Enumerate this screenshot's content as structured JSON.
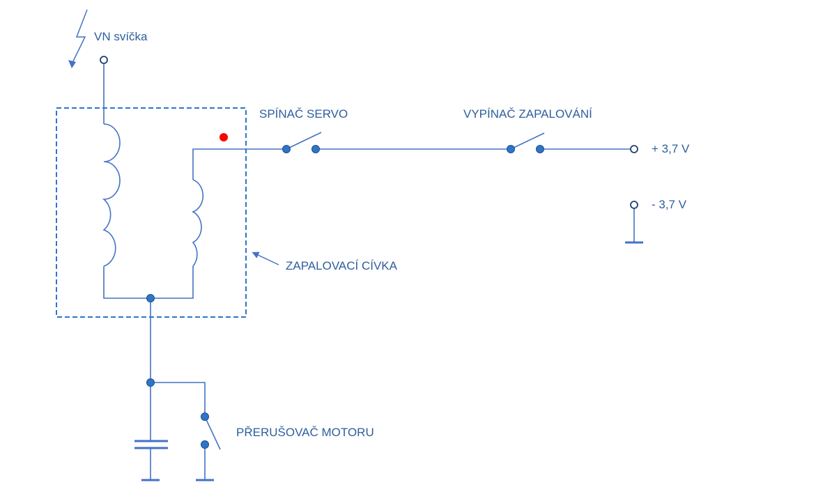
{
  "labels": {
    "spark_plug": "VN svíčka",
    "servo_switch": "SPÍNAČ SERVO",
    "ignition_switch": "VYPÍNAČ ZAPALOVÁNÍ",
    "plus_terminal": "+ 3,7 V",
    "minus_terminal": "- 3,7 V",
    "ignition_coil": "ZAPALOVACÍ CÍVKA",
    "breaker": "PŘERUŠOVAČ MOTORU"
  },
  "colors": {
    "wire": "#4472c4",
    "node_fill": "#2e75c8",
    "node_stroke": "#1f4e8c",
    "terminal_stroke": "#1f3f73",
    "label": "#2e5e9c",
    "marker": "#ff0000",
    "background": "#ffffff"
  }
}
